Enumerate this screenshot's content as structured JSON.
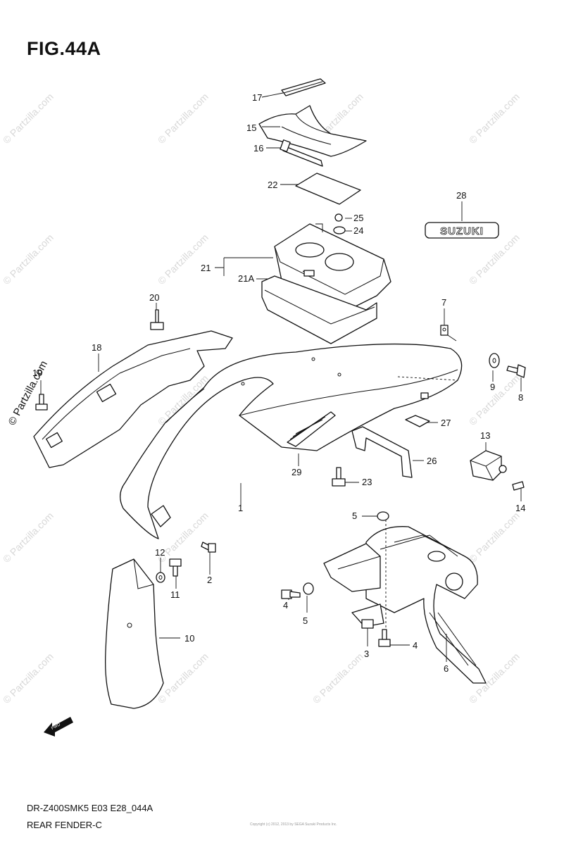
{
  "figure": {
    "title": "FIG.44A",
    "model_code": "DR-Z400SMK5 E03 E28_044A",
    "name": "REAR FENDER-C",
    "copyright": "Copyright (c) 2012, 2013 by SEGA Suzuki Products Inc."
  },
  "watermark": {
    "text": "© Partzilla.com"
  },
  "emblem": {
    "text": "SUZUKI"
  },
  "fwd_label": "FWD",
  "callouts": {
    "c1": "1",
    "c2": "2",
    "c3": "3",
    "c4a": "4",
    "c4b": "4",
    "c5a": "5",
    "c5b": "5",
    "c6": "6",
    "c7": "7",
    "c8": "8",
    "c9": "9",
    "c10": "10",
    "c11": "11",
    "c12": "12",
    "c13": "13",
    "c14": "14",
    "c15": "15",
    "c16": "16",
    "c17": "17",
    "c18": "18",
    "c19": "19",
    "c20": "20",
    "c21": "21",
    "c21a": "21A",
    "c22": "22",
    "c23": "23",
    "c24": "24",
    "c25": "25",
    "c26": "26",
    "c27": "27",
    "c28": "28",
    "c29": "29"
  }
}
